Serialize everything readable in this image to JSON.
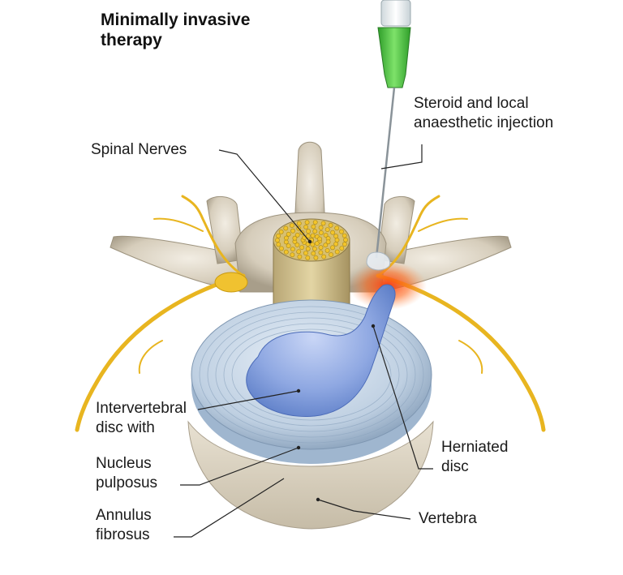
{
  "title": {
    "line1": "Minimally invasive",
    "line2": "therapy"
  },
  "labels": {
    "injection": {
      "line1": "Steroid and local",
      "line2": "anaesthetic injection"
    },
    "spinal_nerves": "Spinal Nerves",
    "intervertebral": {
      "line1": "Intervertebral",
      "line2": "disc with"
    },
    "nucleus": {
      "line1": "Nucleus",
      "line2": "pulposus"
    },
    "annulus": {
      "line1": "Annulus",
      "line2": "fibrosus"
    },
    "herniated": {
      "line1": "Herniated",
      "line2": "disc"
    },
    "vertebra": "Vertebra"
  },
  "colors": {
    "nerve": "#e8b520",
    "bone": "#d8d0c0",
    "disc": "#bcd2e8",
    "nucleus": "#8aa8e0",
    "inflammation": "#ff4d10",
    "needle_hub": "#4cc63f"
  }
}
